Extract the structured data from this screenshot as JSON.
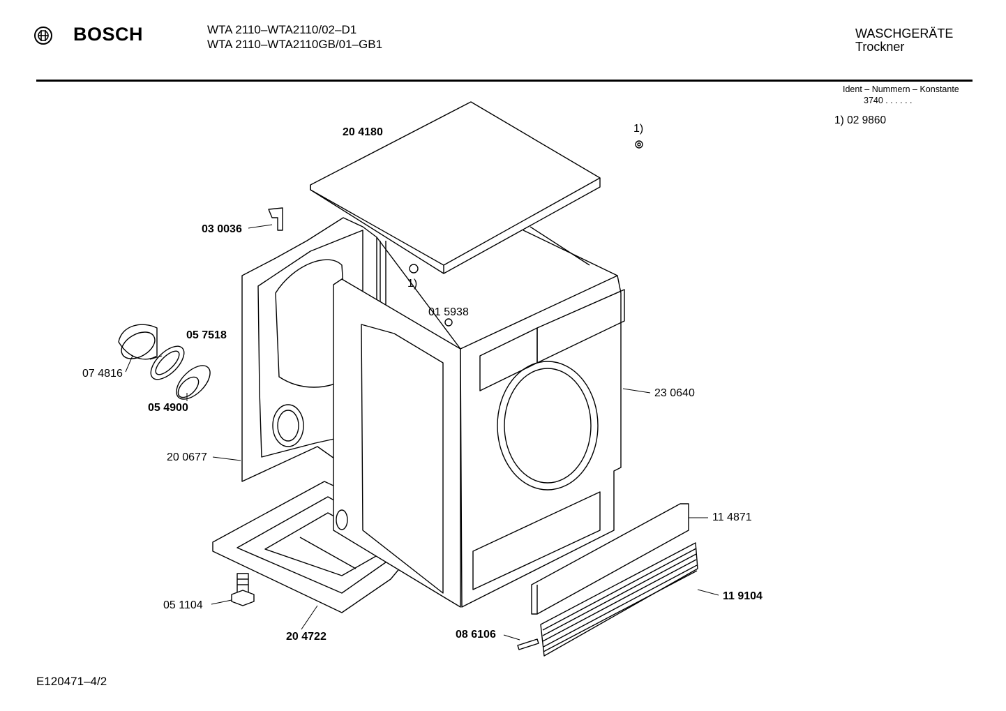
{
  "header": {
    "brand": "BOSCH",
    "model_line_1": "WTA 2110–WTA2110/02–D1",
    "model_line_2": "WTA 2110–WTA2110GB/01–GB1",
    "category": "WASCHGERÄTE",
    "subcategory": "Trockner"
  },
  "ident": {
    "title": "Ident – Nummern – Konstante",
    "value": "3740 . .  . . . .",
    "note": "1)  02 9860"
  },
  "parts": [
    {
      "id": "p1",
      "label": "20 4180",
      "bold": true
    },
    {
      "id": "p2",
      "label": "1)",
      "bold": false
    },
    {
      "id": "p3",
      "label": "03 0036",
      "bold": true
    },
    {
      "id": "p4",
      "label": "1)",
      "bold": false
    },
    {
      "id": "p5",
      "label": "01 5938",
      "bold": false
    },
    {
      "id": "p6",
      "label": "05 7518",
      "bold": true
    },
    {
      "id": "p7",
      "label": "07 4816",
      "bold": false
    },
    {
      "id": "p8",
      "label": "05 4900",
      "bold": true
    },
    {
      "id": "p9",
      "label": "23 0640",
      "bold": false
    },
    {
      "id": "p10",
      "label": "20 0677",
      "bold": false
    },
    {
      "id": "p11",
      "label": "11 4871",
      "bold": false
    },
    {
      "id": "p12",
      "label": "11 9104",
      "bold": true
    },
    {
      "id": "p13",
      "label": "05 1104",
      "bold": false
    },
    {
      "id": "p14",
      "label": "08 6106",
      "bold": true
    },
    {
      "id": "p15",
      "label": "20 4722",
      "bold": true
    }
  ],
  "footer": {
    "drawing_number": "E120471–4/2"
  }
}
